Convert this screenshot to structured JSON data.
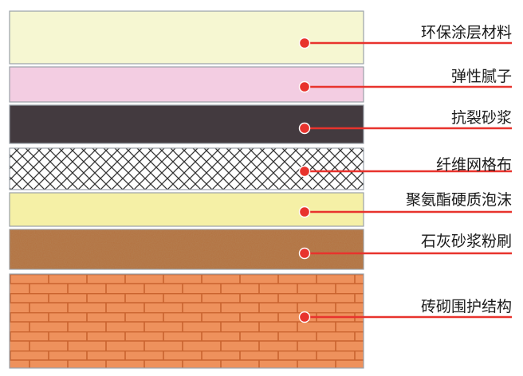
{
  "diagram": {
    "layers": [
      {
        "id": "eco-coating",
        "label": "环保涂层材料",
        "fill": "#f6f7d2"
      },
      {
        "id": "elastic-putty",
        "label": "弹性腻子",
        "fill": "#f3cde2"
      },
      {
        "id": "crack-mortar",
        "label": "抗裂砂浆",
        "fill": "#433a3f"
      },
      {
        "id": "fiber-mesh",
        "label": "纤维网格布",
        "fill": "#ffffff"
      },
      {
        "id": "pu-foam",
        "label": "聚氨酯硬质泡沫",
        "fill": "#f5f0a6"
      },
      {
        "id": "lime-plaster",
        "label": "石灰砂浆粉刷",
        "fill": "#b4713f"
      },
      {
        "id": "brick-wall",
        "label": "砖砌围护结构",
        "fill": "#ee915c"
      }
    ],
    "colors": {
      "leader": "#e8332d",
      "dot": "#ffffff",
      "frame": "#9aa1a8",
      "mortar": "#c9632e",
      "mesh": "#333333"
    }
  }
}
